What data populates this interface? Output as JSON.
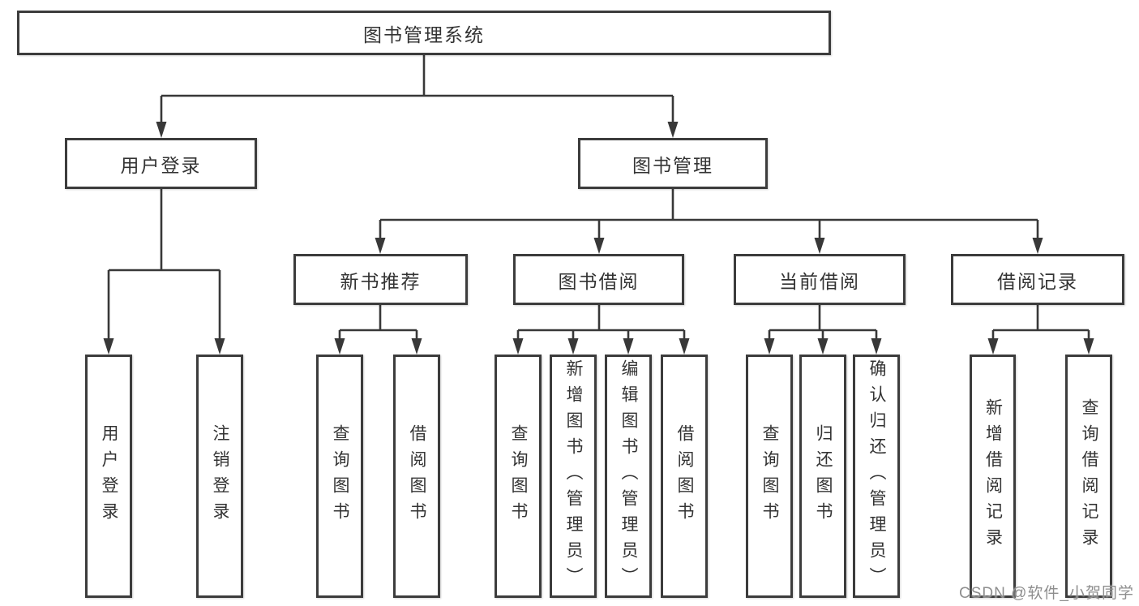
{
  "style": {
    "background": "#ffffff",
    "line_color": "#383838",
    "box_border_color": "#3c3c3c",
    "text_color": "#333333",
    "watermark_color": "#8e8e8e"
  },
  "diagram_type": "tree",
  "tree": {
    "label": "图书管理系统",
    "children": [
      {
        "label": "用户登录",
        "children": [
          {
            "label": "用户登录"
          },
          {
            "label": "注销登录"
          }
        ]
      },
      {
        "label": "图书管理",
        "children": [
          {
            "label": "新书推荐",
            "children": [
              {
                "label": "查询图书"
              },
              {
                "label": "借阅图书"
              }
            ]
          },
          {
            "label": "图书借阅",
            "children": [
              {
                "label": "查询图书"
              },
              {
                "label": "新增图书（管理员）"
              },
              {
                "label": "编辑图书（管理员）"
              },
              {
                "label": "借阅图书"
              }
            ]
          },
          {
            "label": "当前借阅",
            "children": [
              {
                "label": "查询图书"
              },
              {
                "label": "归还图书"
              },
              {
                "label": "确认归还（管理员）"
              }
            ]
          },
          {
            "label": "借阅记录",
            "children": [
              {
                "label": "新增借阅记录"
              },
              {
                "label": "查询借阅记录"
              }
            ]
          }
        ]
      }
    ]
  },
  "watermark": {
    "text": "CSDN @软件_小贺同学"
  }
}
